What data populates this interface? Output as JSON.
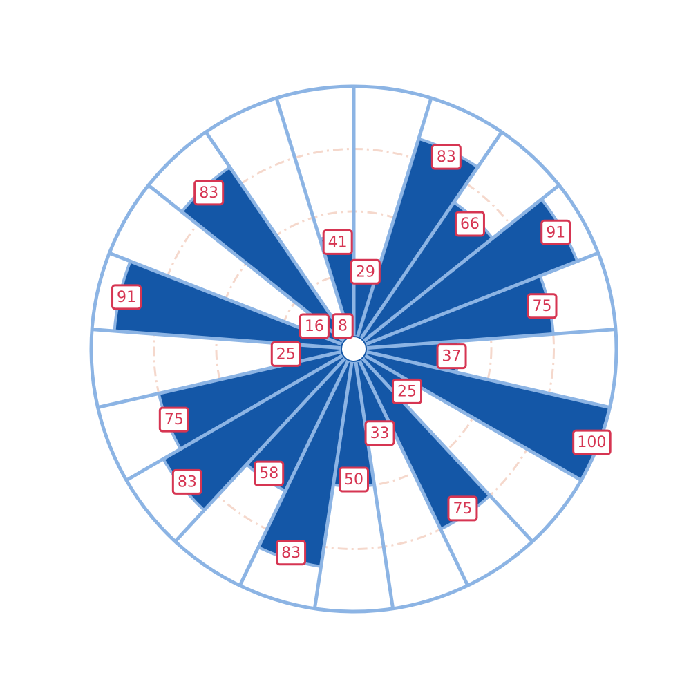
{
  "chart_data": {
    "type": "polar-bar",
    "title": "",
    "direction": "clockwise",
    "start_angle_deg": 0,
    "rmax": 100,
    "grid": true,
    "gridline_values": [
      25,
      50,
      75
    ],
    "values": [
      29,
      83,
      66,
      91,
      75,
      37,
      100,
      25,
      75,
      33,
      50,
      83,
      58,
      83,
      75,
      25,
      91,
      16,
      83,
      8,
      41
    ],
    "labels": [
      "29",
      "83",
      "66",
      "91",
      "75",
      "37",
      "100",
      "25",
      "75",
      "33",
      "50",
      "83",
      "58",
      "83",
      "75",
      "25",
      "91",
      "16",
      "83",
      "8",
      "41"
    ],
    "colors": {
      "bar_fill": "#1457a7",
      "bar_stroke": "#8cb4e4",
      "grid": "#f5d8cc",
      "label_border": "#d63552",
      "label_text": "#d63552",
      "label_bg": "#ffffff",
      "center_fill": "#ffffff",
      "center_stroke": "#1457a7"
    }
  }
}
